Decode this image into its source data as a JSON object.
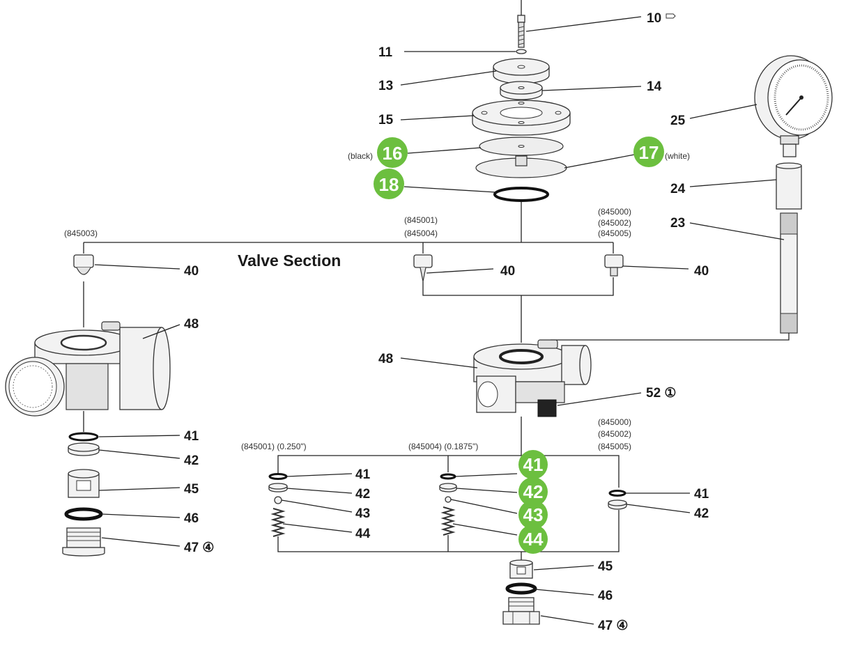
{
  "section_title": "Valve Section",
  "accent_color": "#6cbf3f",
  "labels": {
    "p10": "10",
    "p11": "11",
    "p13": "13",
    "p14": "14",
    "p15": "15",
    "p16": "16",
    "p17": "17",
    "p18": "18",
    "p25": "25",
    "p24": "24",
    "p23": "23",
    "p40a": "40",
    "p40b": "40",
    "p40c": "40",
    "p48a": "48",
    "p48b": "48",
    "p52": "52 ①",
    "l41": "41",
    "l42": "42",
    "l45": "45",
    "l46": "46",
    "l47": "47 ④",
    "a41": "41",
    "a42": "42",
    "a43": "43",
    "a44": "44",
    "g41": "41",
    "g42": "42",
    "g43": "43",
    "g44": "44",
    "c41": "41",
    "c42": "42",
    "b45": "45",
    "b46": "46",
    "b47": "47 ④"
  },
  "notes": {
    "black": "(black)",
    "white": "(white)",
    "top_left_model": "(845003)",
    "top_mid_model_1": "(845001)",
    "top_mid_model_2": "(845004)",
    "top_right_model_1": "(845000)",
    "top_right_model_2": "(845002)",
    "top_right_model_3": "(845005)",
    "bot_left_model": "(845001) (0.250\")",
    "bot_mid_model": "(845004) (0.1875\")",
    "bot_right_model_1": "(845000)",
    "bot_right_model_2": "(845002)",
    "bot_right_model_3": "(845005)"
  },
  "icons": [
    "hand-pointer-icon",
    "pressure-gauge-icon"
  ]
}
